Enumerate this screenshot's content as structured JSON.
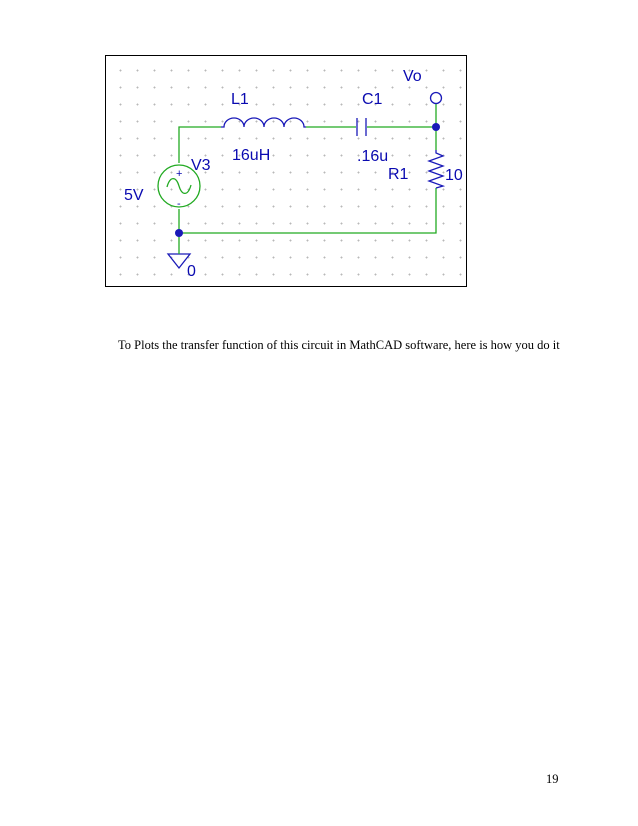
{
  "schematic": {
    "labels": {
      "output_node": "Vo",
      "inductor_name": "L1",
      "inductor_value": "16uH",
      "capacitor_name": "C1",
      "capacitor_value": ".16u",
      "resistor_name": "R1",
      "resistor_value": "10",
      "source_name": "V3",
      "source_value": "5V",
      "ground_label": "0",
      "plus_sign": "+",
      "minus_sign": "-"
    },
    "colors": {
      "wire": "#22aa22",
      "component": "#1a1ab8",
      "text": "#0a0ab0",
      "node": "#1a1ab8"
    }
  },
  "body_text": {
    "caption": "To Plots the transfer function of this circuit in MathCAD software, here is how you do it"
  },
  "footer": {
    "page_number": "19"
  }
}
